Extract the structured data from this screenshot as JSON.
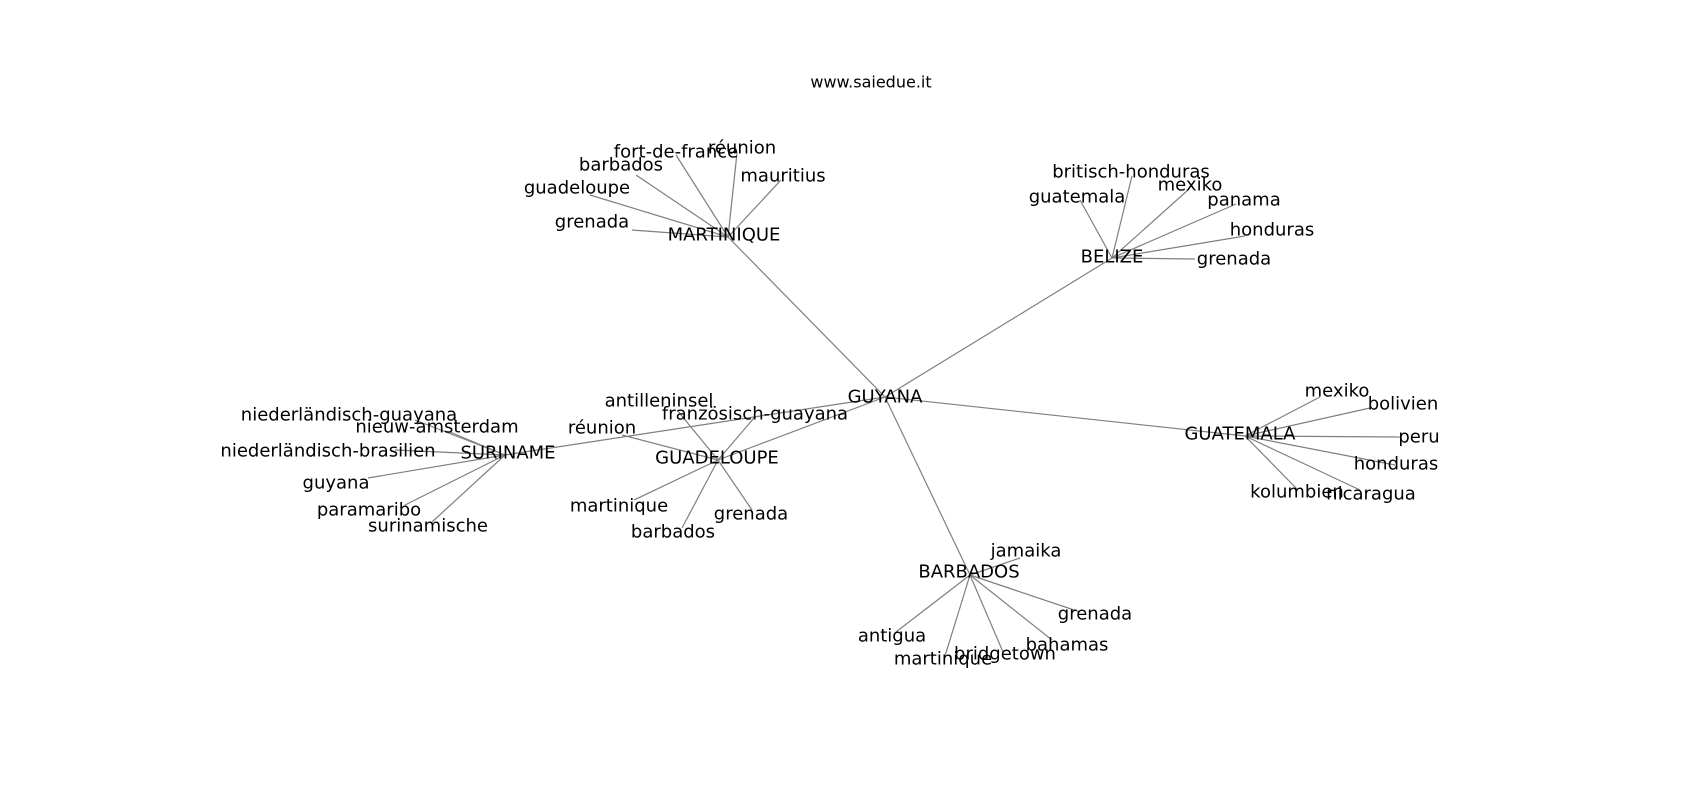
{
  "site_title": "www.saiedue.it",
  "root": "GUYANA",
  "hubs": [
    {
      "id": "martinique",
      "label": "MARTINIQUE",
      "leaves": [
        "grenada",
        "guadeloupe",
        "barbados",
        "fort-de-france",
        "réunion",
        "mauritius"
      ]
    },
    {
      "id": "belize",
      "label": "BELIZE",
      "leaves": [
        "guatemala",
        "britisch-honduras",
        "mexiko",
        "panama",
        "honduras",
        "grenada"
      ]
    },
    {
      "id": "guatemala",
      "label": "GUATEMALA",
      "leaves": [
        "mexiko",
        "bolivien",
        "peru",
        "honduras",
        "nicaragua",
        "kolumbien"
      ]
    },
    {
      "id": "barbados",
      "label": "BARBADOS",
      "leaves": [
        "jamaika",
        "grenada",
        "bahamas",
        "bridgetown",
        "martinique",
        "antigua"
      ]
    },
    {
      "id": "guadeloupe",
      "label": "GUADELOUPE",
      "leaves": [
        "französisch-guayana",
        "antilleninsel",
        "réunion",
        "martinique",
        "barbados",
        "grenada"
      ]
    },
    {
      "id": "suriname",
      "label": "SURINAME",
      "leaves": [
        "nieuw-amsterdam",
        "niederländisch-guayana",
        "niederländisch-brasilien",
        "guyana",
        "paramaribo",
        "surinamische"
      ]
    }
  ]
}
